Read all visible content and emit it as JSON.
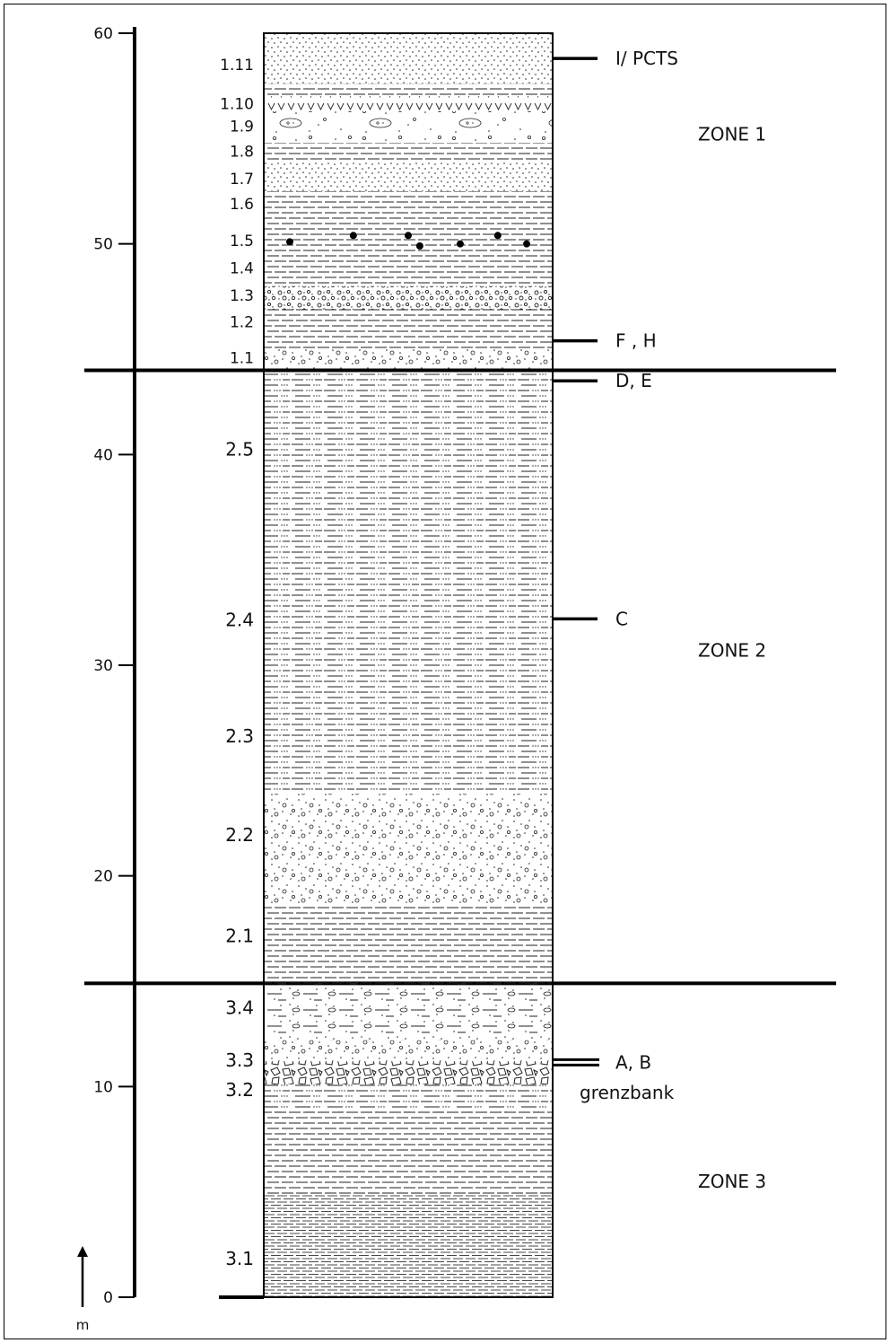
{
  "axis": {
    "unit": "m",
    "ticks": [
      "0",
      "10",
      "20",
      "30",
      "40",
      "50",
      "60"
    ]
  },
  "units": [
    {
      "label": "1.11",
      "z": 58.5
    },
    {
      "label": "1.10",
      "z": 56.65
    },
    {
      "label": "1.9",
      "z": 55.6
    },
    {
      "label": "1.8",
      "z": 54.4
    },
    {
      "label": "1.7",
      "z": 53.1
    },
    {
      "label": "1.6",
      "z": 51.9
    },
    {
      "label": "1.5",
      "z": 50.15
    },
    {
      "label": "1.4",
      "z": 48.85
    },
    {
      "label": "1.3",
      "z": 47.55
    },
    {
      "label": "1.2",
      "z": 46.3
    },
    {
      "label": "1.1",
      "z": 44.6
    },
    {
      "label": "2.5",
      "z": 40.2
    },
    {
      "label": "2.4",
      "z": 32.1
    },
    {
      "label": "2.3",
      "z": 26.6
    },
    {
      "label": "2.2",
      "z": 21.9
    },
    {
      "label": "2.1",
      "z": 17.1
    },
    {
      "label": "3.4",
      "z": 13.7
    },
    {
      "label": "3.3",
      "z": 11.2
    },
    {
      "label": "3.2",
      "z": 9.8
    },
    {
      "label": "3.1",
      "z": 1.8
    }
  ],
  "markers": [
    {
      "label": "I/ PCTS",
      "z": 58.8,
      "double": false
    },
    {
      "label": "F , H",
      "z": 45.4,
      "double": false
    },
    {
      "label": "D, E",
      "z": 43.5,
      "double": false
    },
    {
      "label": "C",
      "z": 32.2,
      "double": false
    },
    {
      "label": "A, B",
      "z": 11.15,
      "double": true
    }
  ],
  "annotations": {
    "grenzbank": "grenzbank"
  },
  "zones": [
    {
      "label": "ZONE 1",
      "z": 55.2
    },
    {
      "label": "ZONE 2",
      "z": 30.7
    },
    {
      "label": "ZONE 3",
      "z": 5.5
    }
  ],
  "zone_boundaries": [
    44.0,
    14.9
  ],
  "beds": [
    {
      "from": 0.0,
      "to": 4.9,
      "pattern": "shale-dense"
    },
    {
      "from": 4.9,
      "to": 8.8,
      "pattern": "shale"
    },
    {
      "from": 8.8,
      "to": 10.1,
      "pattern": "shale-silt"
    },
    {
      "from": 10.1,
      "to": 11.2,
      "pattern": "breccia"
    },
    {
      "from": 11.2,
      "to": 12.2,
      "pattern": "pebbly-sand"
    },
    {
      "from": 12.2,
      "to": 14.9,
      "pattern": "silty-sand"
    },
    {
      "from": 14.9,
      "to": 18.6,
      "pattern": "shale"
    },
    {
      "from": 18.6,
      "to": 23.9,
      "pattern": "pebbly-sand"
    },
    {
      "from": 23.9,
      "to": 44.0,
      "pattern": "shale-silt"
    },
    {
      "from": 44.0,
      "to": 45.0,
      "pattern": "pebbly-sand"
    },
    {
      "from": 45.0,
      "to": 46.9,
      "pattern": "shale"
    },
    {
      "from": 46.9,
      "to": 48.0,
      "pattern": "conglomerate"
    },
    {
      "from": 48.0,
      "to": 52.5,
      "pattern": "shale"
    },
    {
      "from": 52.5,
      "to": 53.9,
      "pattern": "sand"
    },
    {
      "from": 53.9,
      "to": 54.8,
      "pattern": "shale"
    },
    {
      "from": 54.8,
      "to": 56.3,
      "pattern": "nodular"
    },
    {
      "from": 56.3,
      "to": 57.0,
      "pattern": "ash"
    },
    {
      "from": 57.0,
      "to": 57.6,
      "pattern": "shale"
    },
    {
      "from": 57.6,
      "to": 60.0,
      "pattern": "sand"
    }
  ],
  "fossils": [
    {
      "x": 0.09,
      "z": 50.1
    },
    {
      "x": 0.31,
      "z": 50.4
    },
    {
      "x": 0.5,
      "z": 50.4
    },
    {
      "x": 0.54,
      "z": 49.9
    },
    {
      "x": 0.68,
      "z": 50.0
    },
    {
      "x": 0.81,
      "z": 50.4
    },
    {
      "x": 0.91,
      "z": 50.0
    }
  ]
}
